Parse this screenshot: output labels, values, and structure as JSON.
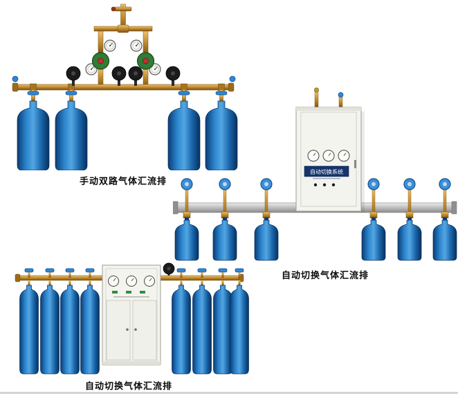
{
  "page": {
    "background": "#ffffff",
    "bottom_edge_color": "#d4d4d4"
  },
  "products": [
    {
      "id": "manual-dual-row-manifold",
      "caption": "手动双路气体汇流排",
      "cylinder_count": 4
    },
    {
      "id": "auto-switch-manifold-rail",
      "caption": "自动切换气体汇流排",
      "cylinder_count": 6,
      "control_cabinet_plate": "自动切换系统"
    },
    {
      "id": "auto-switch-manifold-cabinet",
      "caption": "自动切换气体汇流排",
      "cylinder_count": 8
    }
  ],
  "colors": {
    "cylinder_blue": "#1a67ab",
    "cylinder_highlight": "#53a6e2",
    "cylinder_dark": "#072f5e",
    "brass": "#c08a2e",
    "brass_dark": "#7c5210",
    "valve_black": "#1b1b1b",
    "cap_blue": "#2f86d4",
    "regulator_green": "#2f7d36",
    "cabinet_white": "#f4f4ef",
    "rail_silver": "#bdbdbd",
    "plate_navy": "#16356b",
    "caption_text": "#0a0a0a"
  }
}
